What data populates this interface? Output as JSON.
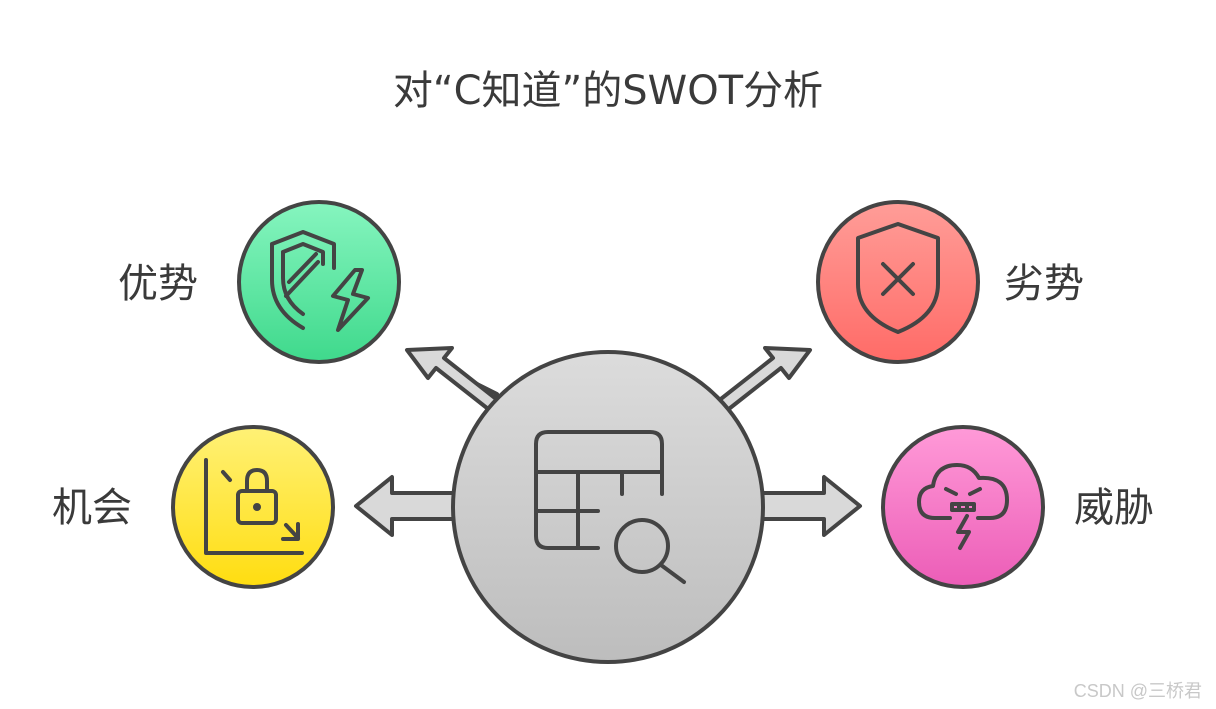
{
  "title": "对“C知道”的SWOT分析",
  "quadrants": {
    "strengths": {
      "label": "优势",
      "color": "#5ee6a0",
      "icon": "shield-bolt-icon"
    },
    "weaknesses": {
      "label": "劣势",
      "color": "#ff7b78",
      "icon": "shield-x-icon"
    },
    "opportunities": {
      "label": "机会",
      "color": "#ffe433",
      "icon": "chart-lock-icon"
    },
    "threats": {
      "label": "威胁",
      "color": "#f472c4",
      "icon": "angry-storm-cloud-icon"
    }
  },
  "center": {
    "icon": "table-search-icon",
    "color": "#cfcfcf"
  },
  "watermark": "CSDN @三桥君"
}
